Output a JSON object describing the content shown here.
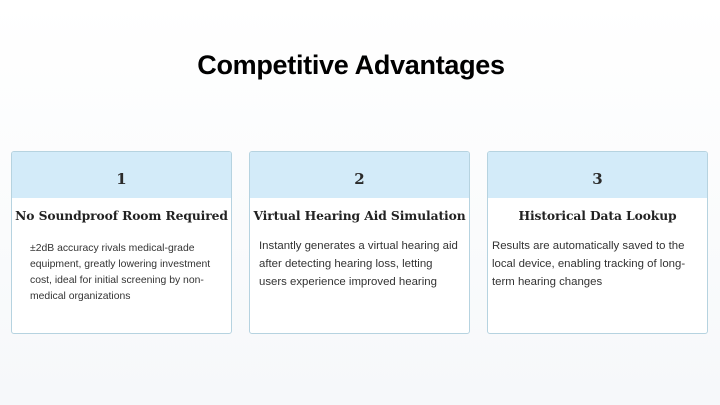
{
  "slide": {
    "title": "Competitive Advantages",
    "cards": [
      {
        "number": "1",
        "heading": "No Soundproof Room Required",
        "body": "±2dB accuracy rivals medical-grade equipment, greatly lowering investment cost, ideal for initial screening by non-medical organizations"
      },
      {
        "number": "2",
        "heading": "Virtual Hearing Aid Simulation",
        "body": "Instantly generates a virtual hearing aid after detecting hearing loss, letting users experience improved hearing"
      },
      {
        "number": "3",
        "heading": "Historical Data Lookup",
        "body": "Results are automatically saved to the local device, enabling tracking of long-term hearing changes"
      }
    ]
  }
}
